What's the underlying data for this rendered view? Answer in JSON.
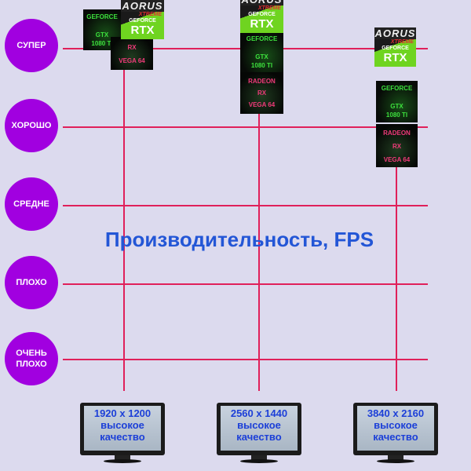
{
  "title": "Производительность, FPS",
  "levels": [
    "СУПЕР",
    "ХОРОШО",
    "СРЕДНЕ",
    "ПЛОХО",
    "ОЧЕНЬ ПЛОХО"
  ],
  "cards": {
    "gtx": {
      "line1": "GEFORCE",
      "line2": "GTX",
      "line3": "1080 TI"
    },
    "rx": {
      "line1": "RADEON",
      "line2": "RX",
      "line3": "VEGA 64"
    },
    "rtx": {
      "brand": "AORUS",
      "sub": "XTREME",
      "line1": "GEFORCE",
      "line2": "RTX"
    }
  },
  "monitors": [
    {
      "resolution": "1920 x 1200",
      "quality1": "высокое",
      "quality2": "качество"
    },
    {
      "resolution": "2560 x 1440",
      "quality1": "высокое",
      "quality2": "качество"
    },
    {
      "resolution": "3840 x 2160",
      "quality1": "высокое",
      "quality2": "качество"
    }
  ],
  "colors": {
    "circle": "#a100e0",
    "line": "#e0205a",
    "title": "#2356d6",
    "background": "#dcdaee"
  }
}
